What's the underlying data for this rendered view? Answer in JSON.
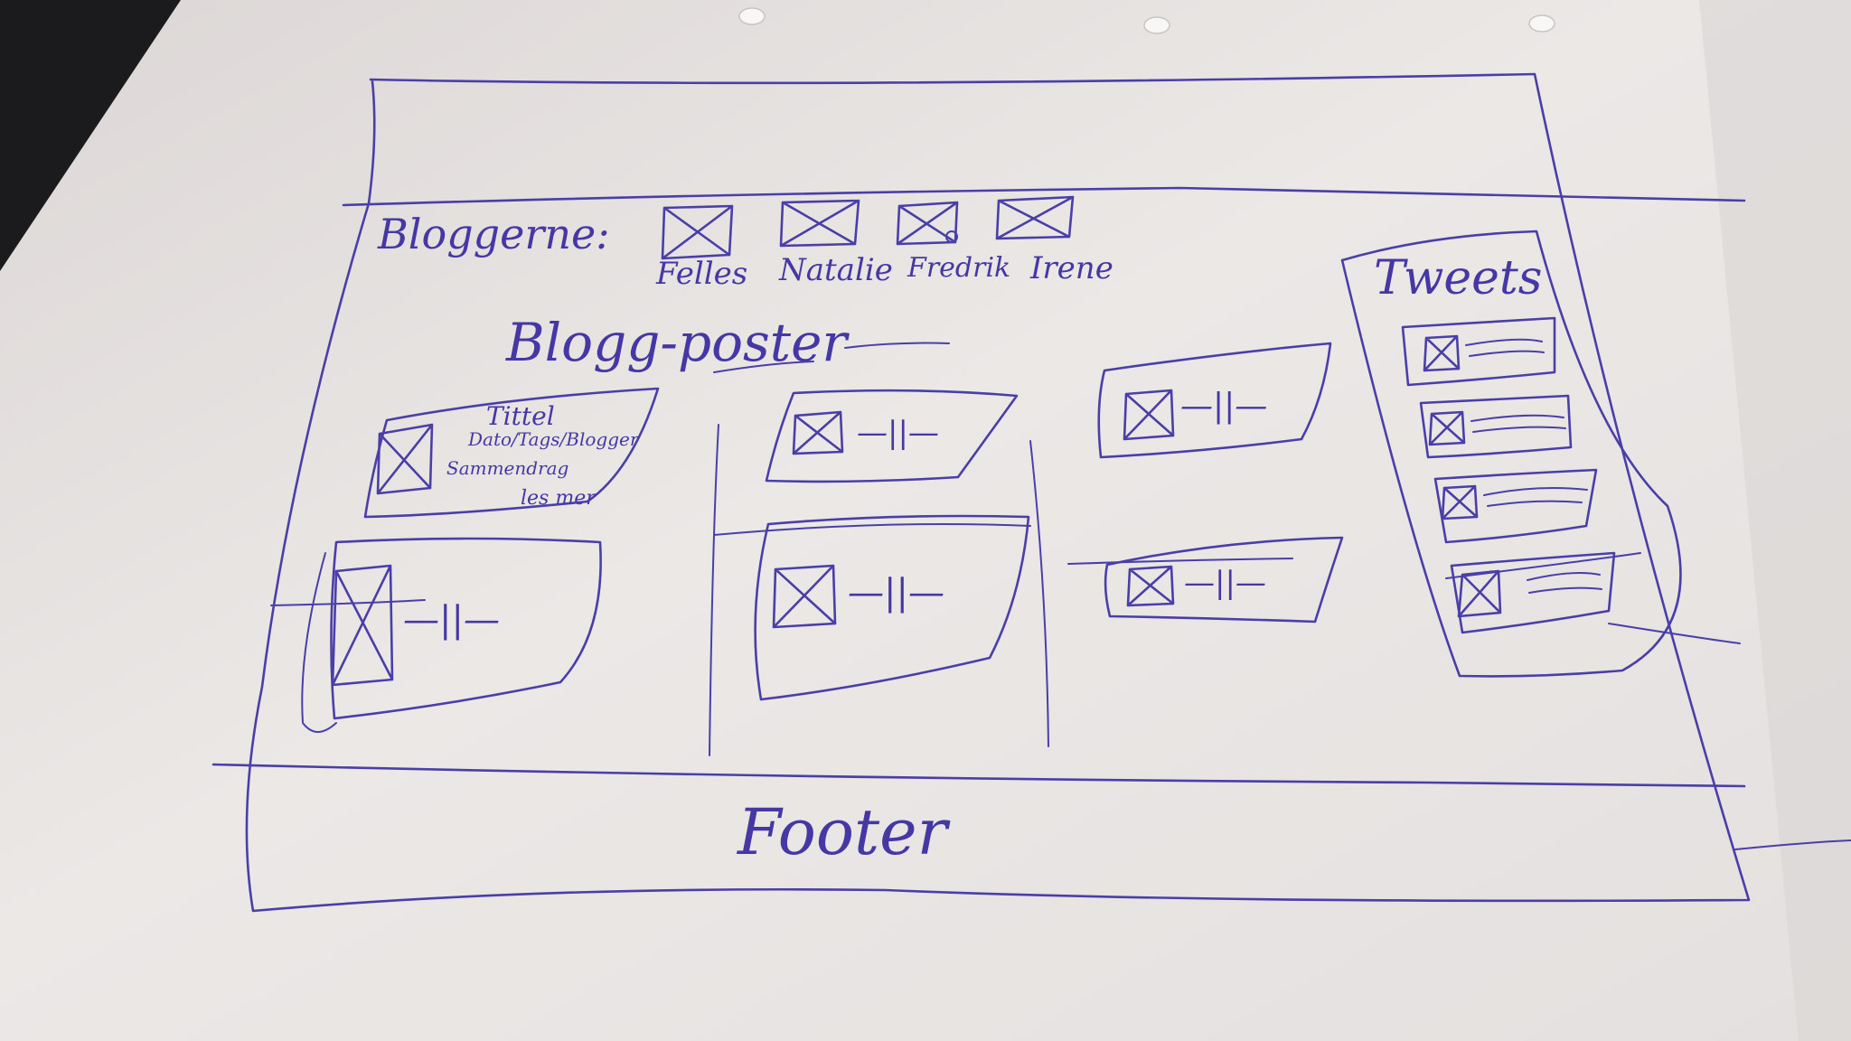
{
  "sketch": {
    "bloggers_label": "Bloggerne:",
    "bloggers": [
      {
        "name": "Felles"
      },
      {
        "name": "Natalie"
      },
      {
        "name": "Fredrik"
      },
      {
        "name": "Irene"
      }
    ],
    "posts_heading": "Blogg-poster",
    "post_detail": {
      "title": "Tittel",
      "meta": "Dato/Tags/Blogger",
      "summary": "Sammendrag",
      "read_more": "les mer"
    },
    "post_card_text": "—||—",
    "feeds_heading": "Tweets",
    "footer_label": "Footer"
  },
  "colors": {
    "paper": "#e7e3e1",
    "ink": "#4a3fa8",
    "background": "#1b1a1c"
  }
}
